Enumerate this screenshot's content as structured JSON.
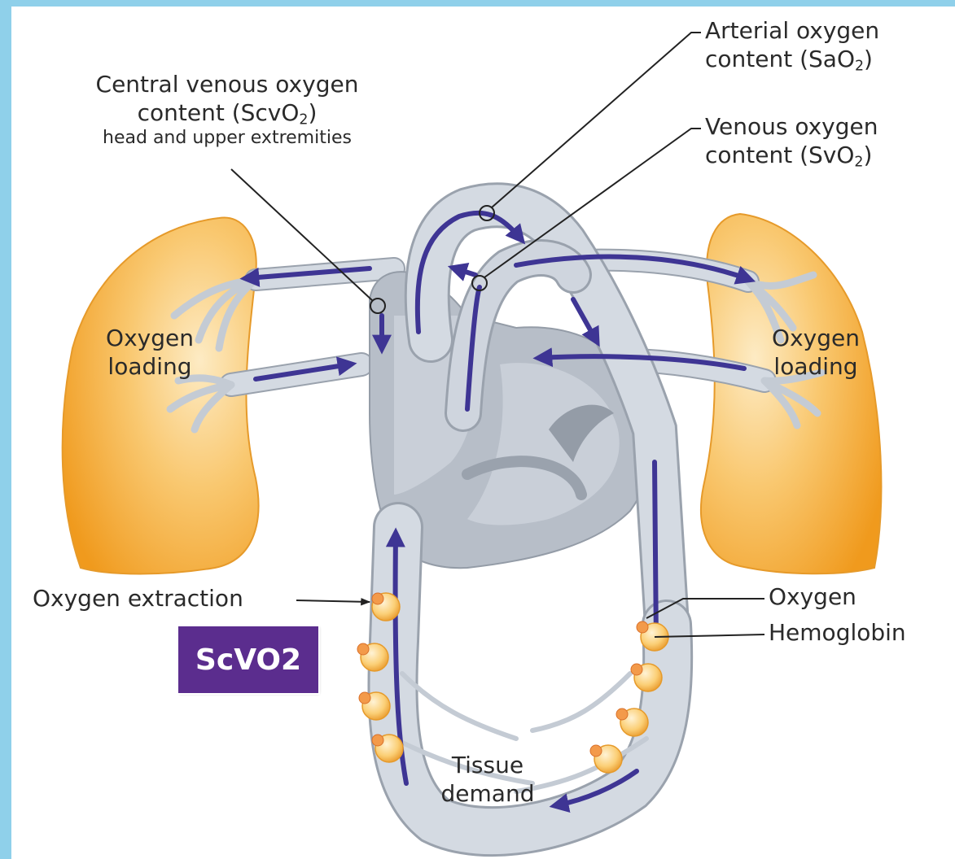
{
  "labels": {
    "central_venous": {
      "line1": "Central venous oxygen",
      "line2_pre": "content (ScvO",
      "line2_sub": "2",
      "line2_post": ")",
      "line3": "head and upper extremities"
    },
    "arterial": {
      "line1": "Arterial oxygen",
      "line2_pre": "content (SaO",
      "line2_sub": "2",
      "line2_post": ")"
    },
    "venous": {
      "line1": "Venous oxygen",
      "line2_pre": "content (SvO",
      "line2_sub": "2",
      "line2_post": ")"
    },
    "loading_left": {
      "line1": "Oxygen",
      "line2": "loading"
    },
    "loading_right": {
      "line1": "Oxygen",
      "line2": "loading"
    },
    "extraction": "Oxygen extraction",
    "oxygen": "Oxygen",
    "hemoglobin": "Hemoglobin",
    "tissue": {
      "line1": "Tissue",
      "line2": "demand"
    }
  },
  "badge": {
    "text": "ScVO2"
  },
  "colors": {
    "background": "#8fd0ea",
    "lung": "#f5a930",
    "vessel": "#cfd5de",
    "vessel_edge": "#9aa2ad",
    "heart": "#b7bec8",
    "flow_arrow": "#3e3594",
    "badge": "#5b2d8e",
    "hemoglobin": "#f8c158"
  }
}
